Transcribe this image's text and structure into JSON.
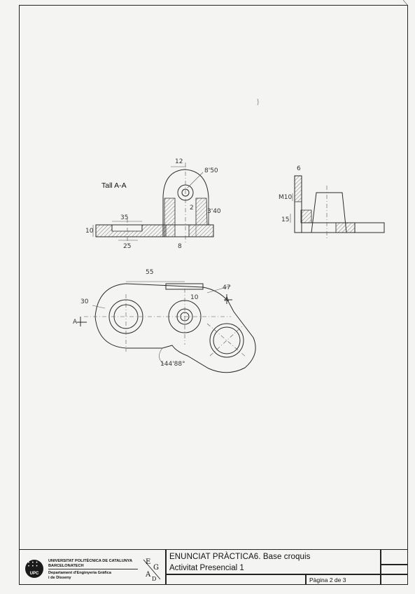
{
  "drawing": {
    "section_label": "Tall A-A",
    "dimensions": {
      "d12": "12",
      "d8_50": "8'50",
      "d2": "2",
      "d3_40": "3'40",
      "d35": "35",
      "d10": "10",
      "d25": "25",
      "d8": "8",
      "d6": "6",
      "dM10": "M10",
      "d15": "15",
      "d55": "55",
      "d30": "30",
      "d10b": "10",
      "d47": "47",
      "angle": "144'88°",
      "cut_left": "A",
      "cut_right": "A"
    }
  },
  "title_block": {
    "university_line1": "UNIVERSITAT POLITÈCNICA DE CATALUNYA",
    "university_line2": "BARCELONATECH",
    "department_line1": "Departament d'Enginyeria Gràfica",
    "department_line2": "i de Disseny",
    "logo_text": "UPC",
    "title_line1": "ENUNCIAT PRÀCTICA6. Base croquis",
    "title_line2": "Activitat Presencial 1",
    "page": "Pàgina 2 de 3"
  }
}
